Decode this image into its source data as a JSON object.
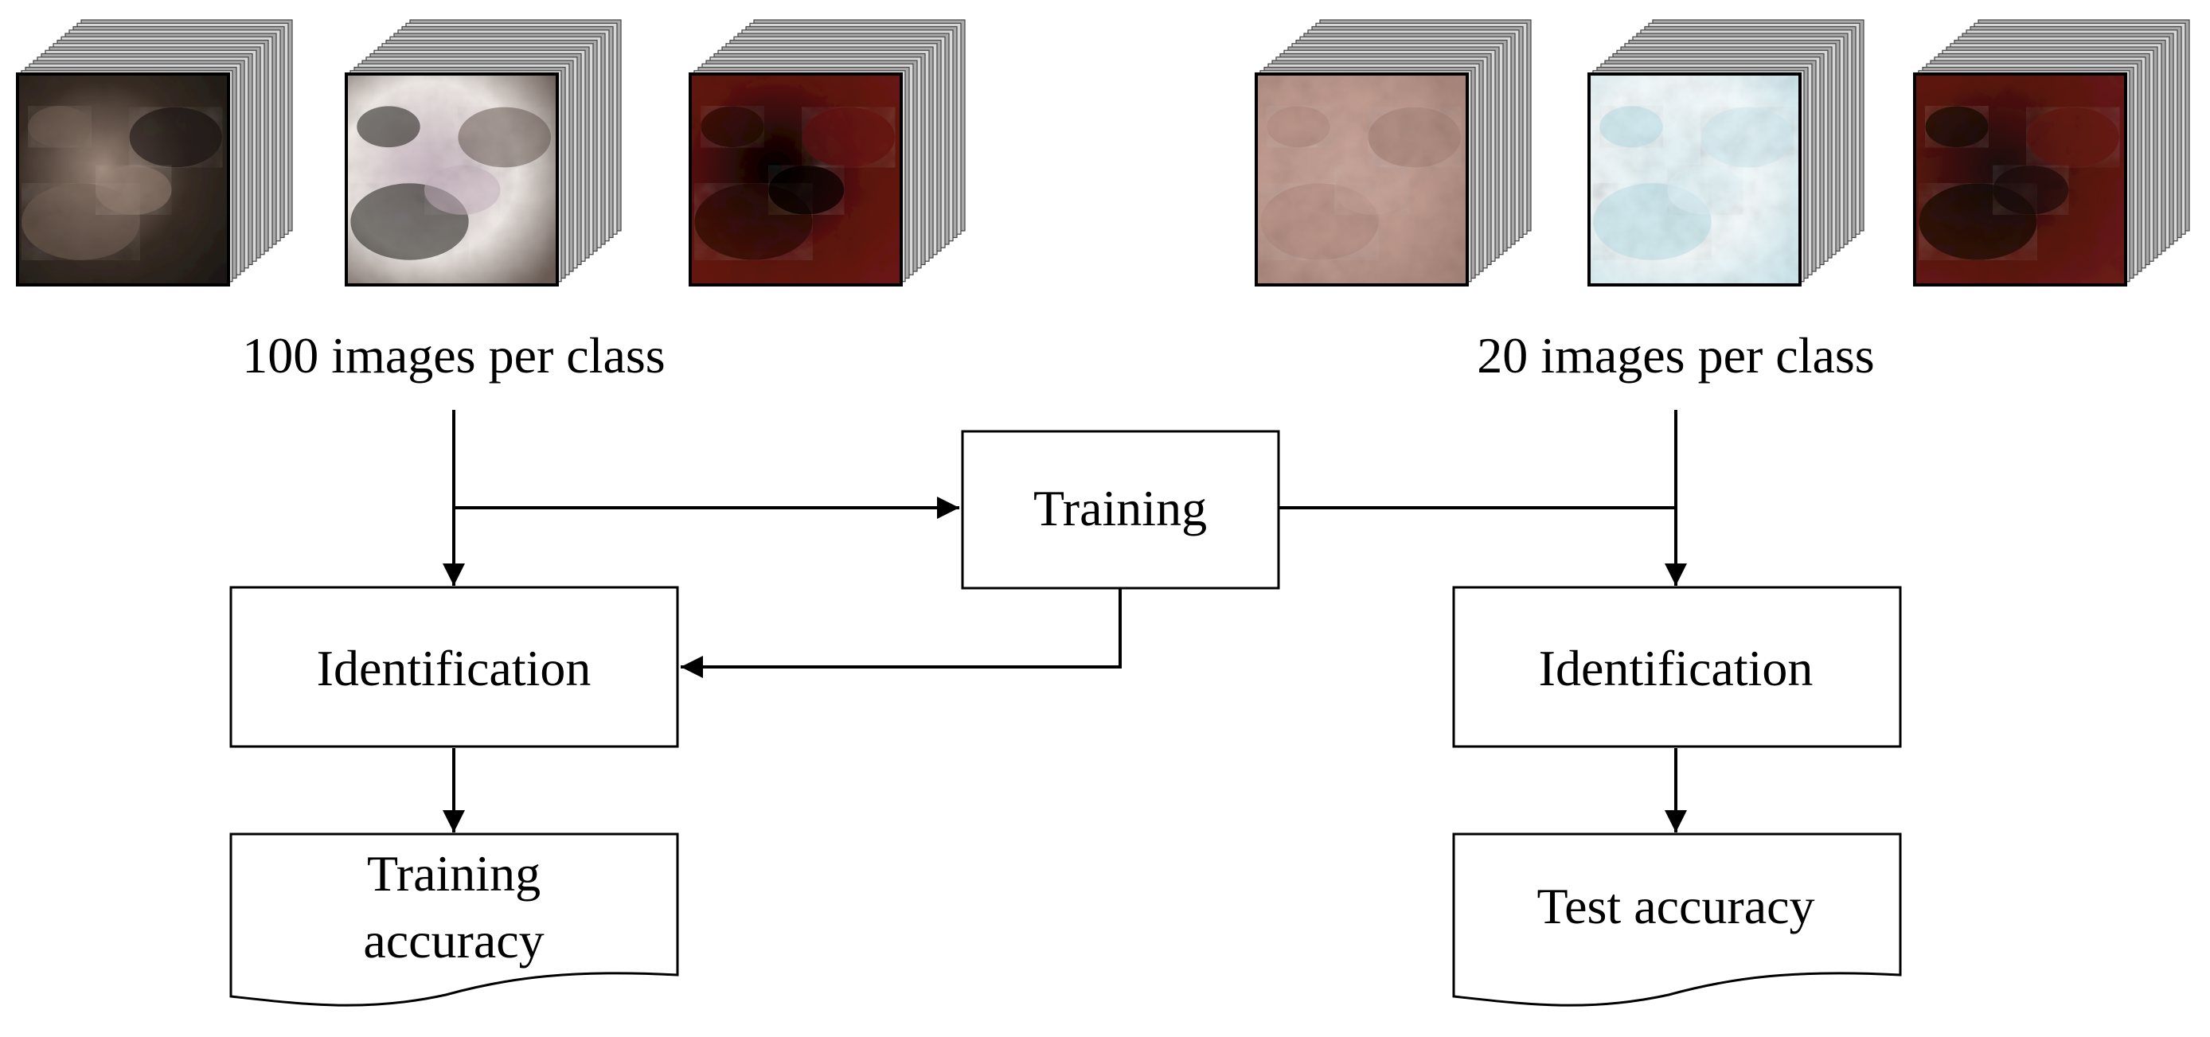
{
  "training_set": {
    "caption": "100 images per class",
    "samples": [
      {
        "name": "cloud-texture-brown",
        "colors": [
          "#3a2e26",
          "#7d6a5e",
          "#a08a7d",
          "#1f1a15"
        ]
      },
      {
        "name": "cloud-texture-white",
        "colors": [
          "#f2ece8",
          "#1c1e1a",
          "#c9b7c2",
          "#6a5c55"
        ]
      },
      {
        "name": "cloud-texture-red",
        "colors": [
          "#5c130f",
          "#2a0a07",
          "#000000",
          "#6e1a14"
        ]
      }
    ]
  },
  "test_set": {
    "caption": "20 images per class",
    "samples": [
      {
        "name": "cloud-texture-pink",
        "colors": [
          "#bf9a8f",
          "#b38e83",
          "#c9a59b",
          "#a7857a"
        ]
      },
      {
        "name": "cloud-texture-cyan",
        "colors": [
          "#f5fbfd",
          "#b9dfe6",
          "#e2f2f6",
          "#cfe9ef"
        ]
      },
      {
        "name": "cloud-texture-dark-red",
        "colors": [
          "#5a1410",
          "#0e0807",
          "#1b0f0c",
          "#6c1c16"
        ]
      }
    ]
  },
  "boxes": {
    "training": "Training",
    "identification_left": "Identification",
    "identification_right": "Identification"
  },
  "outputs": {
    "training_accuracy": [
      "Training",
      "accuracy"
    ],
    "test_accuracy": "Test accuracy"
  }
}
